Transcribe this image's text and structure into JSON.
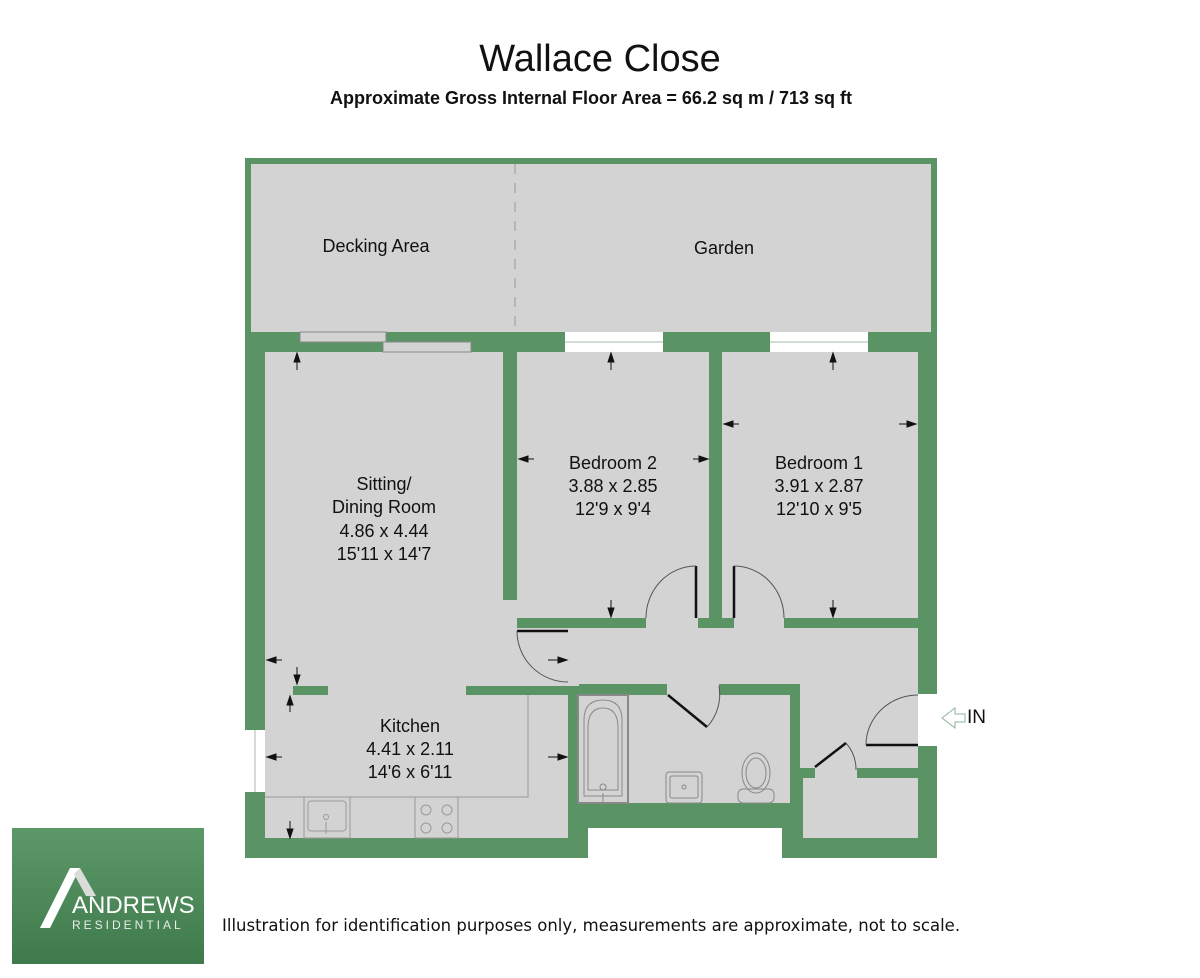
{
  "header": {
    "title": "Wallace Close",
    "subtitle": "Approximate Gross Internal Floor Area = 66.2 sq m / 713 sq ft"
  },
  "colors": {
    "wall": "#5a9465",
    "floor": "#d3d3d3",
    "window": "#ffffff",
    "logo_bg": "#4f8a5b"
  },
  "rooms": {
    "decking": {
      "name": "Decking Area"
    },
    "garden": {
      "name": "Garden"
    },
    "sitting": {
      "name_line1": "Sitting/",
      "name_line2": "Dining Room",
      "metric": "4.86 x 4.44",
      "imperial": "15'11 x 14'7"
    },
    "bedroom2": {
      "name": "Bedroom 2",
      "metric": "3.88 x 2.85",
      "imperial": "12'9 x 9'4"
    },
    "bedroom1": {
      "name": "Bedroom 1",
      "metric": "3.91 x 2.87",
      "imperial": "12'10 x 9'5"
    },
    "kitchen": {
      "name": "Kitchen",
      "metric": "4.41 x 2.11",
      "imperial": "14'6 x 6'11"
    }
  },
  "entrance": {
    "label": "IN",
    "icon": "arrow-left-outline-icon"
  },
  "logo": {
    "name": "ANDREWS",
    "sub": "RESIDENTIAL",
    "icon": "roof-icon"
  },
  "footer": {
    "disclaimer": "Illustration for identification purposes only, measurements are approximate, not to scale."
  }
}
